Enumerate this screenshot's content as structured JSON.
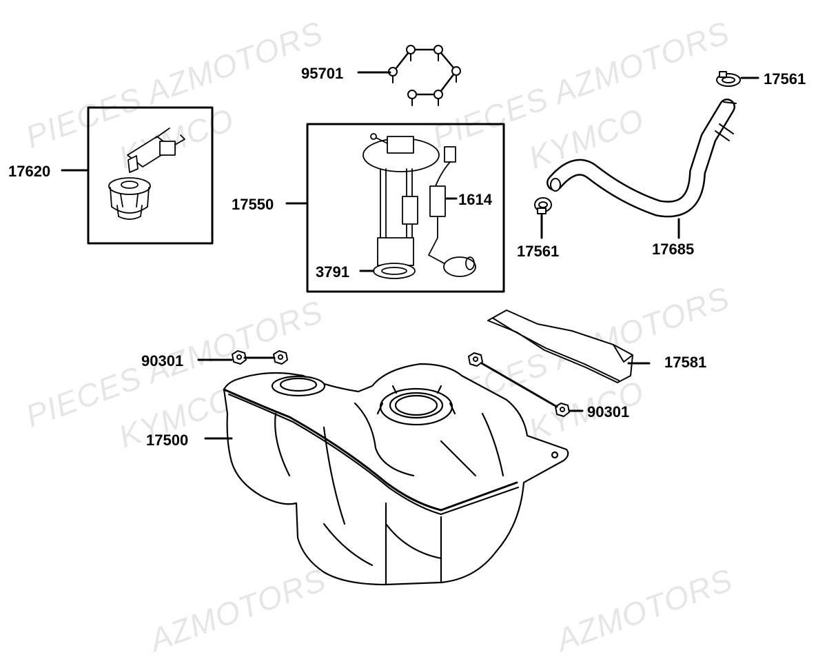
{
  "watermark": {
    "line1": "PIECES AZMOTORS",
    "line2": "KYMCO",
    "partial": "AZMOTORS"
  },
  "callouts": {
    "bolt_set": "95701",
    "fuel_cap": "17620",
    "fuel_pump_assy": "17550",
    "fuel_gauge": "1614",
    "gasket": "3791",
    "clamp_top": "17561",
    "clamp_lower": "17561",
    "hose": "17685",
    "cover_strip": "17581",
    "nut_left": "90301",
    "nut_right": "90301",
    "fuel_tank": "17500"
  },
  "colors": {
    "line": "#000000",
    "watermark": "#e6e6e6",
    "background": "#ffffff"
  }
}
